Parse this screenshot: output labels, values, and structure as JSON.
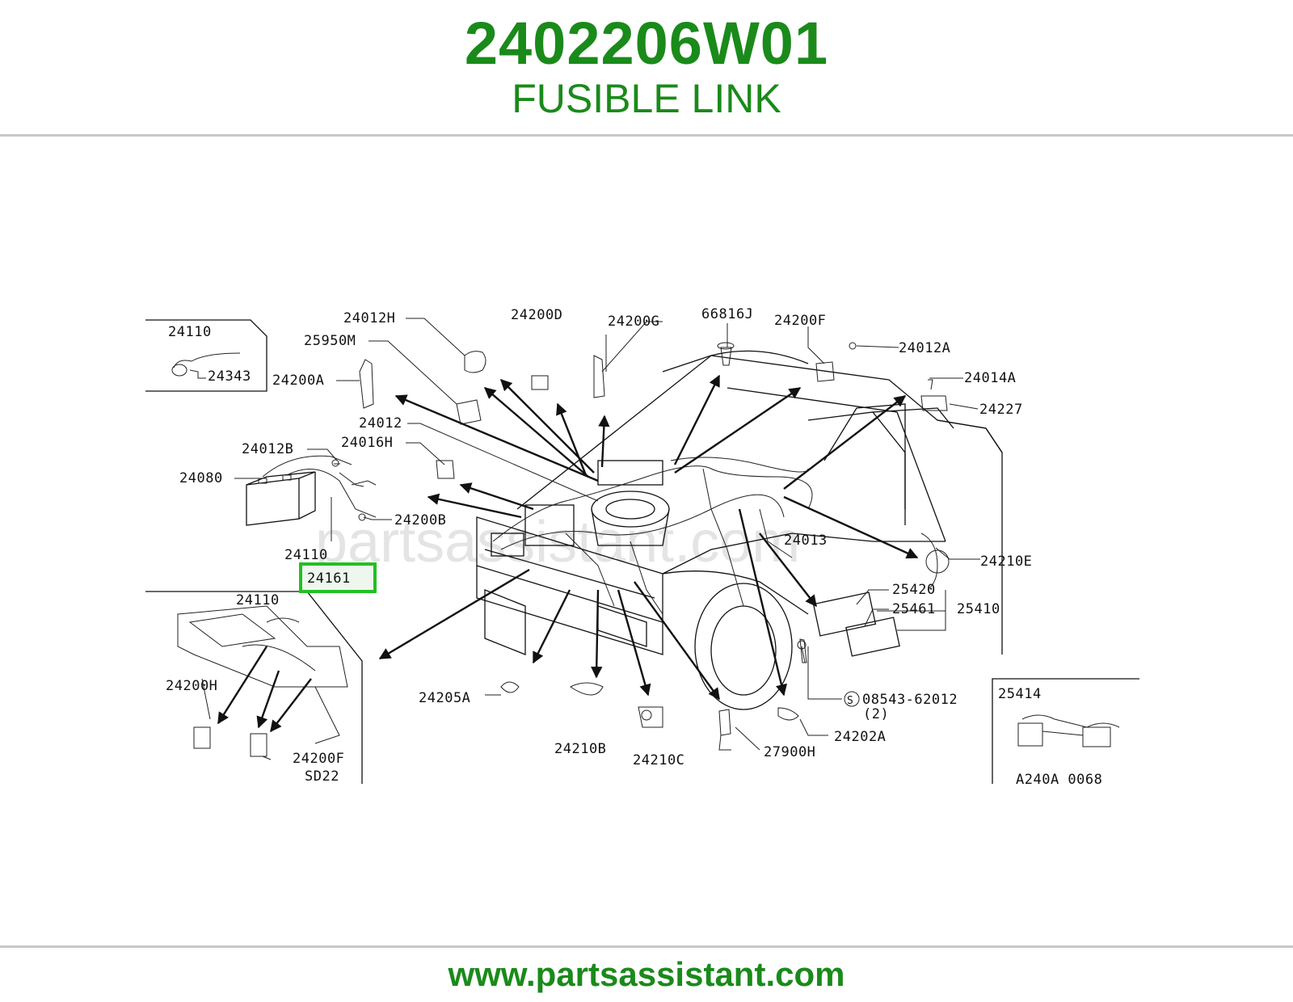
{
  "header": {
    "part_number": "2402206W01",
    "part_name": "FUSIBLE LINK"
  },
  "footer": {
    "url": "www.partsassistant.com"
  },
  "diagram": {
    "watermark": "partsassistant.com",
    "highlighted_label": "24161",
    "labels": {
      "l24110_inset": "24110",
      "l24343": "24343",
      "l24012H": "24012H",
      "l25950M": "25950M",
      "l24200A": "24200A",
      "l24200D": "24200D",
      "l24200G": "24200G",
      "l66816J": "66816J",
      "l24200F_top": "24200F",
      "l24012A": "24012A",
      "l24014A": "24014A",
      "l24227": "24227",
      "l24012": "24012",
      "l24016H": "24016H",
      "l24012B": "24012B",
      "l24080": "24080",
      "l24200B": "24200B",
      "l24110_mid": "24110",
      "l24013": "24013",
      "l24210E": "24210E",
      "l25420": "25420",
      "l25461": "25461",
      "l25410": "25410",
      "l24110_low": "24110",
      "l24200H": "24200H",
      "l24200F_low": "24200F",
      "lSD22": "SD22",
      "l24205A": "24205A",
      "l24210B": "24210B",
      "l24210C": "24210C",
      "l27900H": "27900H",
      "l24202A": "24202A",
      "l08543": "08543-62012",
      "l08543_qty": "(2)",
      "l25414": "25414",
      "lA240A": "A240A 0068",
      "lS": "S"
    }
  }
}
